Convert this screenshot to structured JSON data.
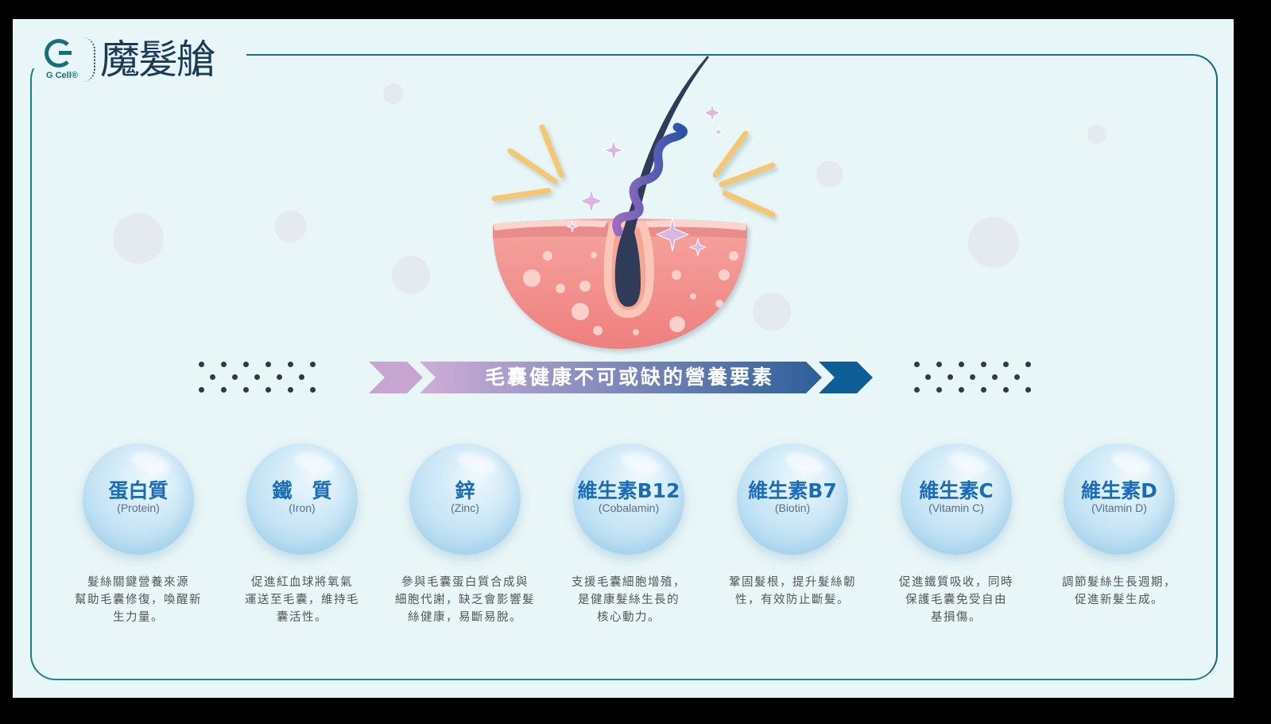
{
  "brand": {
    "logo_mark": "G",
    "logo_sub": "G Cell®",
    "name": "魔髮艙"
  },
  "colors": {
    "background": "#e9f6f7",
    "frame_left": "#1a8a92",
    "frame_right": "#145f8c",
    "nutrient_title": "#1a6cb5",
    "banner_start": "#c9a6d2",
    "banner_end": "#0d5e96",
    "follicle_skin": "#f28b86",
    "hair": "#2e3b59",
    "rays": "#f6c66f"
  },
  "illustration": {
    "subject": "hair-follicle-icon",
    "elements": [
      "hair-strand",
      "helix-ribbon",
      "skin-cross-section",
      "sparkles",
      "light-rays"
    ]
  },
  "banner": {
    "title": "毛囊健康不可或缺的營養要素"
  },
  "nutrients": [
    {
      "name": "蛋白質",
      "en": "(Protein)",
      "desc": [
        "髮絲關鍵營養來源",
        "幫助毛囊修復，喚醒新",
        "生力量。"
      ]
    },
    {
      "name": "鐵　質",
      "en": "(Iron)",
      "desc": [
        "促進紅血球將氧氣",
        "運送至毛囊，維持毛",
        "囊活性。"
      ]
    },
    {
      "name": "鋅",
      "en": "(Zinc)",
      "desc": [
        "參與毛囊蛋白質合成與",
        "細胞代謝，缺乏會影響髮",
        "絲健康，易斷易脫。"
      ]
    },
    {
      "name": "維生素B12",
      "en": "(Cobalamin)",
      "desc": [
        "支援毛囊細胞增殖，",
        "是健康髮絲生長的",
        "核心動力。"
      ]
    },
    {
      "name": "維生素B7",
      "en": "(Biotin)",
      "desc": [
        "鞏固髮根，提升髮絲韌",
        "性，有效防止斷髮。"
      ]
    },
    {
      "name": "維生素C",
      "en": "(Vitamin C)",
      "desc": [
        "促進鐵質吸收，同時",
        "保護毛囊免受自由",
        "基損傷。"
      ]
    },
    {
      "name": "維生素D",
      "en": "(Vitamin D)",
      "desc": [
        "調節髮絲生長週期，",
        "促進新髮生成。"
      ]
    }
  ]
}
